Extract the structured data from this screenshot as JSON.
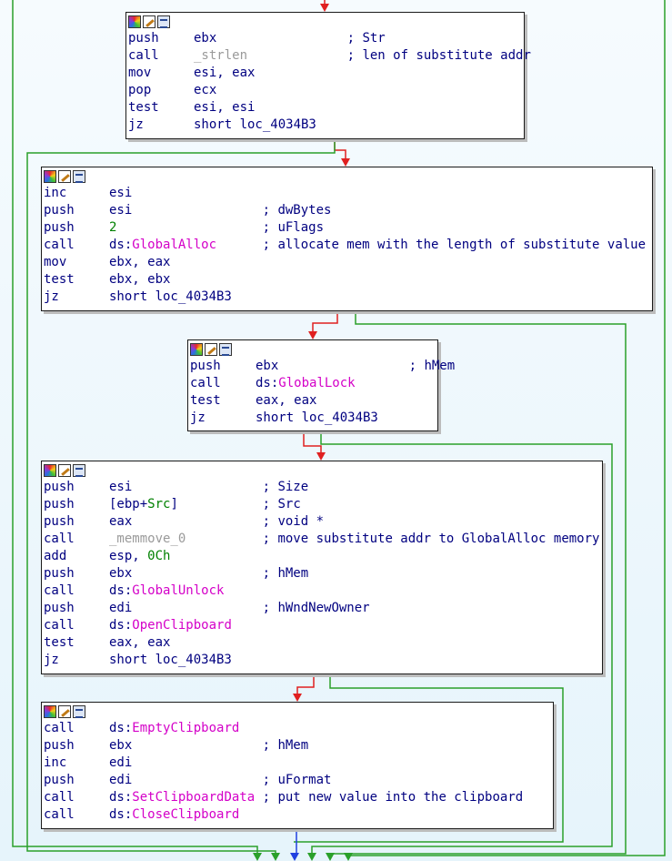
{
  "blocks": [
    {
      "lines": [
        {
          "mn": "push",
          "ops": [
            {
              "t": "ebx",
              "k": "op"
            }
          ],
          "cmt": "; Str"
        },
        {
          "mn": "call",
          "ops": [
            {
              "t": "_strlen",
              "k": "fg"
            }
          ],
          "cmt": "; len of substitute addr"
        },
        {
          "mn": "mov",
          "ops": [
            {
              "t": "esi, eax",
              "k": "op"
            }
          ],
          "cmt": ""
        },
        {
          "mn": "pop",
          "ops": [
            {
              "t": "ecx",
              "k": "op"
            }
          ],
          "cmt": ""
        },
        {
          "mn": "test",
          "ops": [
            {
              "t": "esi, esi",
              "k": "op"
            }
          ],
          "cmt": ""
        },
        {
          "mn": "jz",
          "ops": [
            {
              "t": "short loc_4034B3",
              "k": "op"
            }
          ],
          "cmt": ""
        }
      ]
    },
    {
      "lines": [
        {
          "mn": "inc",
          "ops": [
            {
              "t": "esi",
              "k": "op"
            }
          ],
          "cmt": ""
        },
        {
          "mn": "push",
          "ops": [
            {
              "t": "esi",
              "k": "op"
            }
          ],
          "cmt": "; dwBytes"
        },
        {
          "mn": "push",
          "ops": [
            {
              "t": "2",
              "k": "num"
            }
          ],
          "cmt": "; uFlags"
        },
        {
          "mn": "call",
          "ops": [
            {
              "t": "ds:",
              "k": "op"
            },
            {
              "t": "GlobalAlloc",
              "k": "fn"
            }
          ],
          "cmt": "; allocate mem with the length of substitute value"
        },
        {
          "mn": "mov",
          "ops": [
            {
              "t": "ebx, eax",
              "k": "op"
            }
          ],
          "cmt": ""
        },
        {
          "mn": "test",
          "ops": [
            {
              "t": "ebx, ebx",
              "k": "op"
            }
          ],
          "cmt": ""
        },
        {
          "mn": "jz",
          "ops": [
            {
              "t": "short loc_4034B3",
              "k": "op"
            }
          ],
          "cmt": ""
        }
      ]
    },
    {
      "lines": [
        {
          "mn": "push",
          "ops": [
            {
              "t": "ebx",
              "k": "op"
            }
          ],
          "cmt": "; hMem"
        },
        {
          "mn": "call",
          "ops": [
            {
              "t": "ds:",
              "k": "op"
            },
            {
              "t": "GlobalLock",
              "k": "fn"
            }
          ],
          "cmt": ""
        },
        {
          "mn": "test",
          "ops": [
            {
              "t": "eax, eax",
              "k": "op"
            }
          ],
          "cmt": ""
        },
        {
          "mn": "jz",
          "ops": [
            {
              "t": "short loc_4034B3",
              "k": "op"
            }
          ],
          "cmt": ""
        }
      ]
    },
    {
      "lines": [
        {
          "mn": "push",
          "ops": [
            {
              "t": "esi",
              "k": "op"
            }
          ],
          "cmt": "; Size"
        },
        {
          "mn": "push",
          "ops": [
            {
              "t": "[ebp+",
              "k": "op"
            },
            {
              "t": "Src",
              "k": "num"
            },
            {
              "t": "]",
              "k": "op"
            }
          ],
          "cmt": "; Src"
        },
        {
          "mn": "push",
          "ops": [
            {
              "t": "eax",
              "k": "op"
            }
          ],
          "cmt": "; void *"
        },
        {
          "mn": "call",
          "ops": [
            {
              "t": "_memmove_0",
              "k": "fg"
            }
          ],
          "cmt": "; move substitute addr to GlobalAlloc memory"
        },
        {
          "mn": "add",
          "ops": [
            {
              "t": "esp, ",
              "k": "op"
            },
            {
              "t": "0Ch",
              "k": "num"
            }
          ],
          "cmt": ""
        },
        {
          "mn": "push",
          "ops": [
            {
              "t": "ebx",
              "k": "op"
            }
          ],
          "cmt": "; hMem"
        },
        {
          "mn": "call",
          "ops": [
            {
              "t": "ds:",
              "k": "op"
            },
            {
              "t": "GlobalUnlock",
              "k": "fn"
            }
          ],
          "cmt": ""
        },
        {
          "mn": "push",
          "ops": [
            {
              "t": "edi",
              "k": "op"
            }
          ],
          "cmt": "; hWndNewOwner"
        },
        {
          "mn": "call",
          "ops": [
            {
              "t": "ds:",
              "k": "op"
            },
            {
              "t": "OpenClipboard",
              "k": "fn"
            }
          ],
          "cmt": ""
        },
        {
          "mn": "test",
          "ops": [
            {
              "t": "eax, eax",
              "k": "op"
            }
          ],
          "cmt": ""
        },
        {
          "mn": "jz",
          "ops": [
            {
              "t": "short loc_4034B3",
              "k": "op"
            }
          ],
          "cmt": ""
        }
      ]
    },
    {
      "lines": [
        {
          "mn": "call",
          "ops": [
            {
              "t": "ds:",
              "k": "op"
            },
            {
              "t": "EmptyClipboard",
              "k": "fn"
            }
          ],
          "cmt": ""
        },
        {
          "mn": "push",
          "ops": [
            {
              "t": "ebx",
              "k": "op"
            }
          ],
          "cmt": "; hMem"
        },
        {
          "mn": "inc",
          "ops": [
            {
              "t": "edi",
              "k": "op"
            }
          ],
          "cmt": ""
        },
        {
          "mn": "push",
          "ops": [
            {
              "t": "edi",
              "k": "op"
            }
          ],
          "cmt": "; uFormat"
        },
        {
          "mn": "call",
          "ops": [
            {
              "t": "ds:",
              "k": "op"
            },
            {
              "t": "SetClipboardData",
              "k": "fn"
            }
          ],
          "cmt": "; put new value into the clipboard"
        },
        {
          "mn": "call",
          "ops": [
            {
              "t": "ds:",
              "k": "op"
            },
            {
              "t": "CloseClipboard",
              "k": "fn"
            }
          ],
          "cmt": ""
        }
      ]
    }
  ],
  "colors": {
    "mnemonic": "#000080",
    "function": "#d400c8",
    "number": "#008000",
    "gray_symbol": "#9a9a9a",
    "edge_true": "#2aa02a",
    "edge_false": "#e02020",
    "edge_uncond": "#2040e0"
  },
  "icons": [
    "graph-overview-icon",
    "edit-block-icon",
    "xrefs-icon"
  ]
}
